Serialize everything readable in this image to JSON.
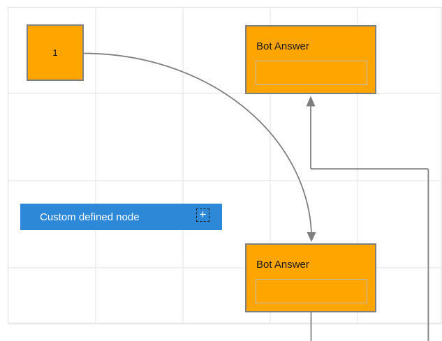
{
  "canvas": {
    "kind": "diagram-grid-canvas",
    "grid_cell_size": 125,
    "grid_visible": true
  },
  "colors": {
    "canvas_bg": "#ffffff",
    "grid_line": "#e7e7e7",
    "canvas_border": "#e2e2e2",
    "node_fill": "#ffa500",
    "node_border": "#7f7f7f",
    "node_text": "#1a1a1a",
    "inner_box_border": "#bdbdbd",
    "blue_fill": "#2d89d8",
    "blue_text": "#ffffff",
    "connector": "#7f7f7f"
  },
  "icons": {
    "plus": "+"
  },
  "nodes": {
    "start_node": {
      "label": "1"
    },
    "bot_answer_top": {
      "title": "Bot Answer",
      "field_value": ""
    },
    "bot_answer_bottom": {
      "title": "Bot Answer",
      "field_value": ""
    },
    "custom_node": {
      "label": "Custom defined node"
    }
  },
  "connections": [
    {
      "from": "start-node",
      "to": "bot-answer-bottom",
      "style": "curved",
      "arrow": "down"
    },
    {
      "from": "bot-answer-bottom",
      "to": "bot-answer-top",
      "style": "orthogonal",
      "arrow": "up"
    }
  ]
}
